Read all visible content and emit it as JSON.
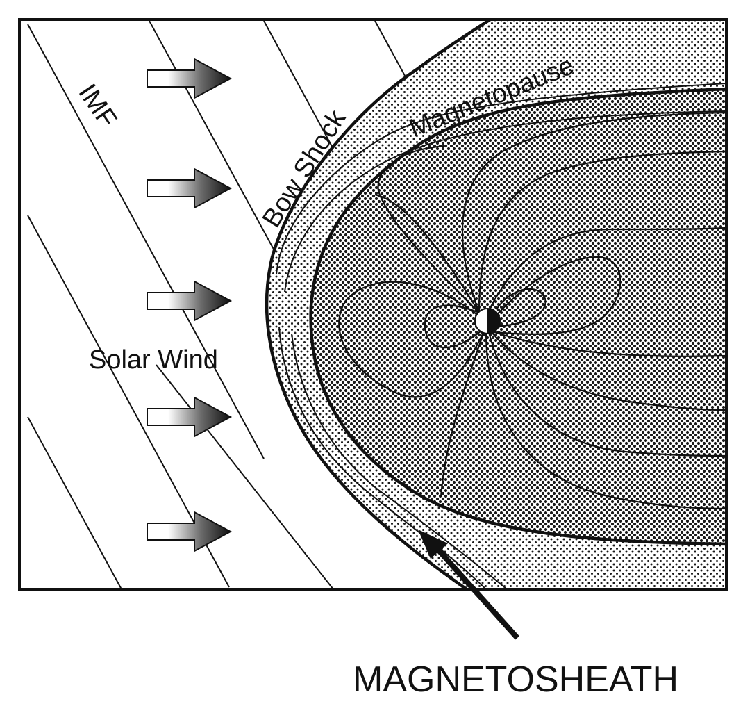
{
  "labels": {
    "imf": "IMF",
    "bow_shock": "Bow Shock",
    "magnetopause": "Magnetopause",
    "solar_wind": "Solar Wind",
    "magnetosheath": "MAGNETOSHEATH"
  },
  "colors": {
    "ink": "#111111",
    "paper": "#ffffff",
    "stipple": "#1a1a1a"
  },
  "icons": {
    "solar_wind_arrow": "right-arrow-gradient-icon",
    "earth": "earth-dipole-icon",
    "pointer": "pointer-arrow-icon"
  },
  "solar_wind_arrow_count": 5
}
